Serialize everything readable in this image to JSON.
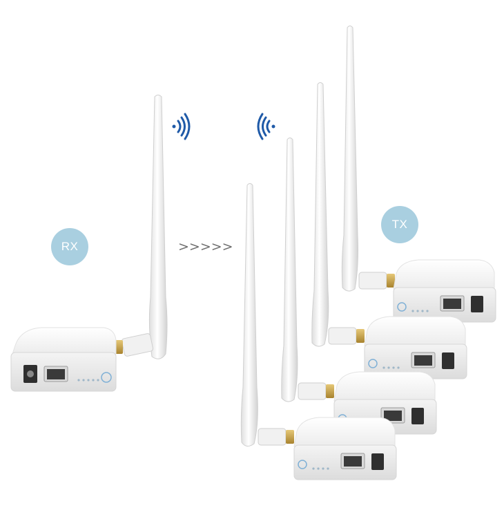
{
  "labels": {
    "rx": "RX",
    "tx": "TX",
    "arrows": ">>>>>"
  },
  "colors": {
    "badge": "#a9cfe0",
    "wifi_signal": "#1f5aa8",
    "device_body": "#f7f7f7",
    "antenna": "#f3f3f3",
    "connector": "#c9a54a",
    "port": "#3a3a3a"
  },
  "icons": [
    "wifi-signal-icon-right",
    "wifi-signal-icon-left",
    "arrow-chevrons-icon"
  ]
}
